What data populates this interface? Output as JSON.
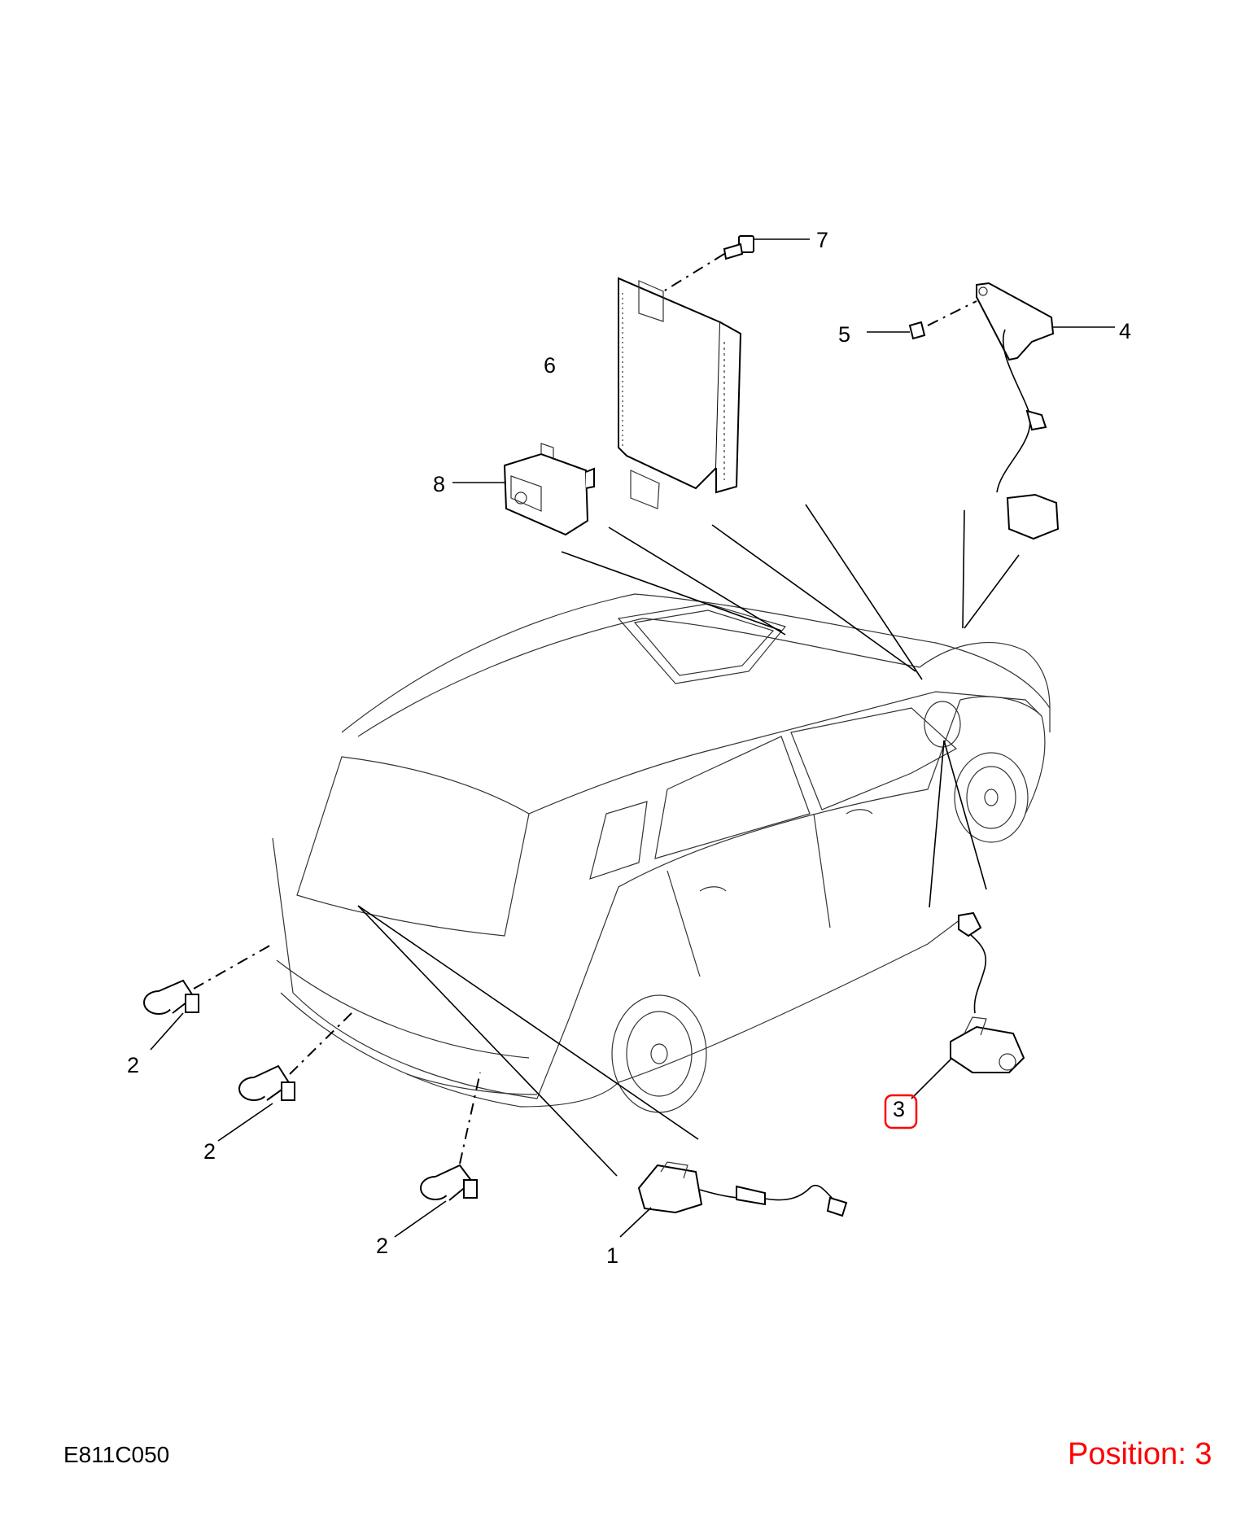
{
  "diagram": {
    "reference_code": "E811C050",
    "position_label": "Position: 3",
    "highlight_color": "#ff0000",
    "callouts": {
      "c1": "1",
      "c2a": "2",
      "c2b": "2",
      "c2c": "2",
      "c3": "3",
      "c4": "4",
      "c5": "5",
      "c6": "6",
      "c7": "7",
      "c8": "8"
    }
  }
}
